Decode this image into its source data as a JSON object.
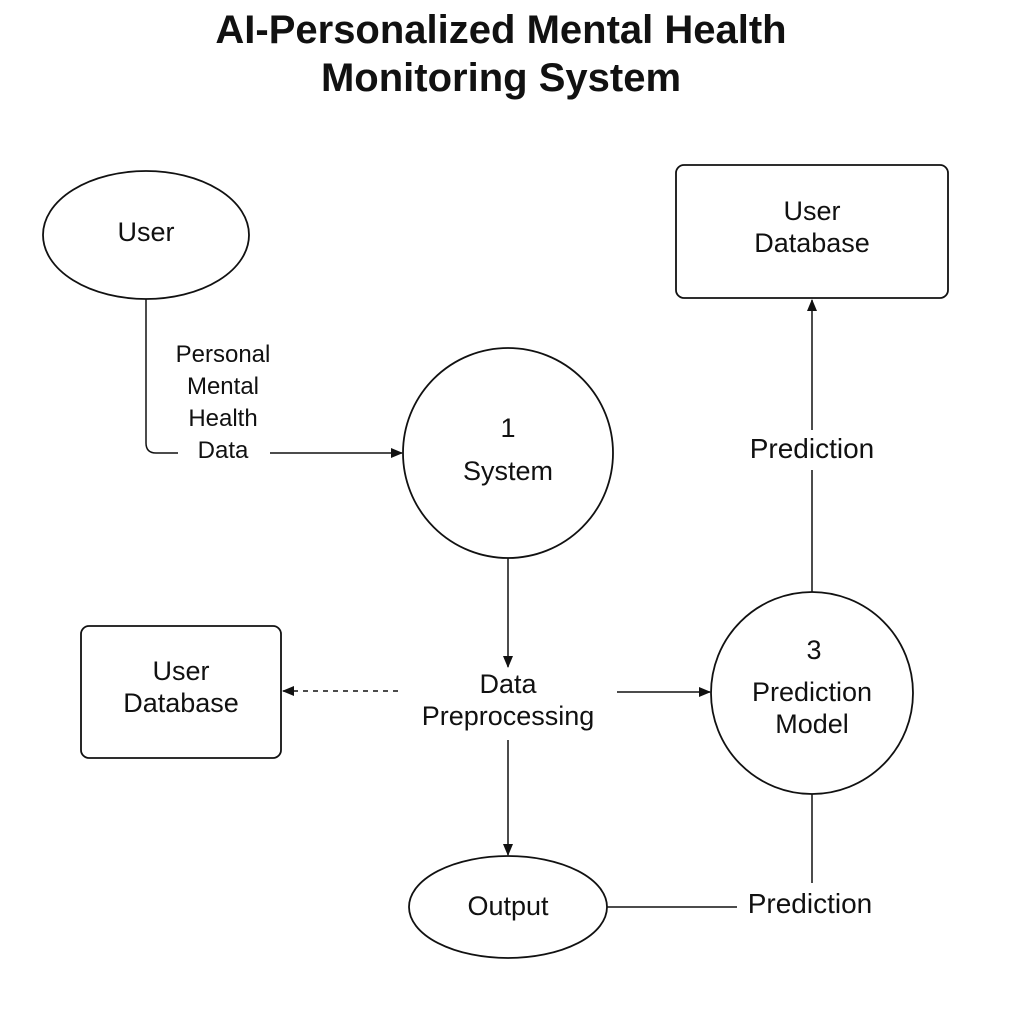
{
  "title": "AI-Personalized Mental Health\nMonitoring System",
  "nodes": {
    "user_entity": "User",
    "process_system": {
      "number": "1",
      "label": "System"
    },
    "process_prediction": {
      "number": "3",
      "label": "Prediction\nModel"
    },
    "user_database_top": "User\nDatabase",
    "user_database_left": "User\nDatabase",
    "output": "Output",
    "data_preprocessing": "Data\nPreprocessing"
  },
  "flows": {
    "personal_data": "Personal\nMental\nHealth\nData",
    "prediction_to_db": "Prediction",
    "prediction_to_output": "Prediction"
  },
  "colors": {
    "stroke": "#111111",
    "background": "#ffffff"
  }
}
